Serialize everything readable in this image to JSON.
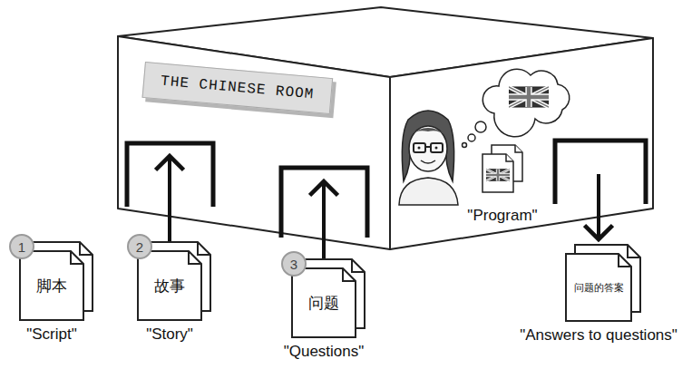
{
  "diagram": {
    "nodes": [
      {
        "text": [
          "THE CHINESE ROOM"
        ]
      },
      {
        "text": [
          "脚本",
          "\"Script\""
        ]
      },
      {
        "text": [
          "故事",
          "\"Story\""
        ]
      },
      {
        "text": [
          "问题",
          "\"Questions\""
        ]
      },
      {
        "text": [
          "问题的答案",
          "\"Answers to questions\""
        ]
      }
    ],
    "edges": [
      {
        "from": 2,
        "to": 0,
        "arrow": "to"
      },
      {
        "from": 3,
        "to": 0,
        "arrow": "to"
      },
      {
        "from": 0,
        "to": 4,
        "arrow": "to"
      }
    ],
    "labels": [
      "1",
      "2",
      "3",
      "\"Program\""
    ]
  }
}
